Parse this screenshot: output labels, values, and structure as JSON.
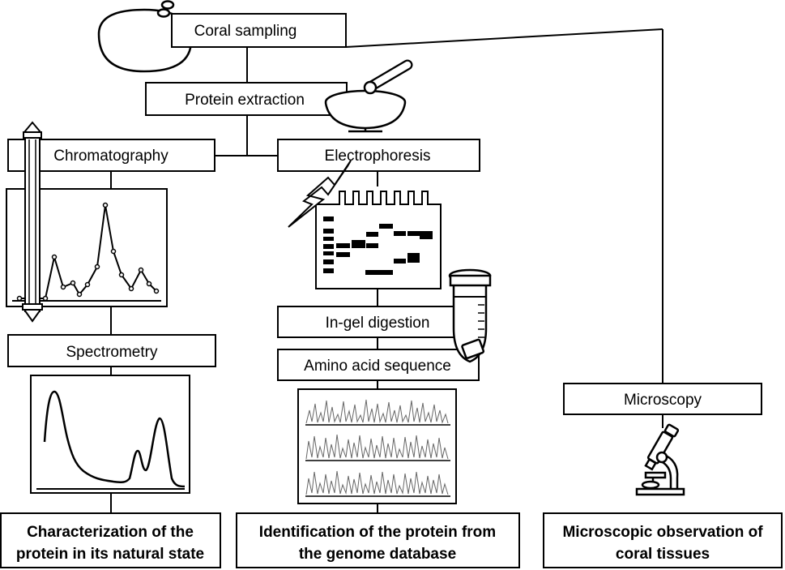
{
  "steps": {
    "coral_sampling": "Coral sampling",
    "protein_extraction": "Protein extraction",
    "chromatography": "Chromatography",
    "electrophoresis": "Electrophoresis",
    "spectrometry": "Spectrometry",
    "in_gel_digestion": "In-gel digestion",
    "amino_acid_sequence": "Amino acid sequence",
    "microscopy": "Microscopy"
  },
  "outcomes": {
    "characterization": [
      "Characterization of the",
      "protein in its natural state"
    ],
    "identification": [
      "Identification of the protein from",
      "the genome database"
    ],
    "microscopic": [
      "Microscopic observation of",
      "coral tissues"
    ]
  },
  "icons": [
    "coral-icon",
    "mortar-pestle-icon",
    "chromatography-column-icon",
    "lightning-icon",
    "gel-icon",
    "test-tube-icon",
    "microscope-icon"
  ]
}
